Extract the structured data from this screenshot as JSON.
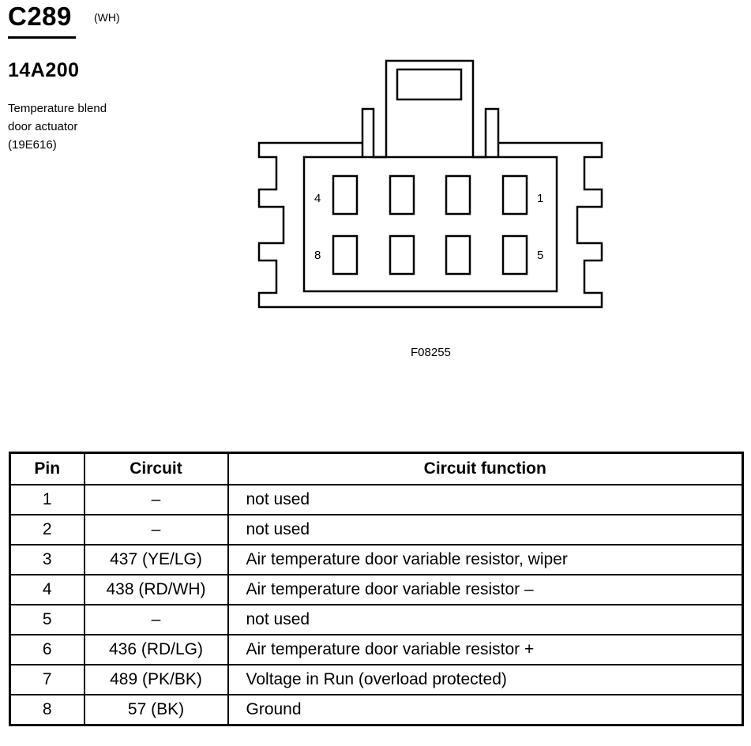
{
  "header": {
    "connector_id": "C289",
    "connector_color": "(WH)",
    "part_number": "14A200",
    "description_lines": [
      "Temperature blend",
      "door actuator",
      "(19E616)"
    ]
  },
  "diagram": {
    "pin_labels": {
      "p4": "4",
      "p1": "1",
      "p8": "8",
      "p5": "5"
    },
    "figure_id": "F08255"
  },
  "table": {
    "headers": {
      "pin": "Pin",
      "circuit": "Circuit",
      "function": "Circuit function"
    },
    "rows": [
      {
        "pin": "1",
        "circuit": "–",
        "function": "not used"
      },
      {
        "pin": "2",
        "circuit": "–",
        "function": "not used"
      },
      {
        "pin": "3",
        "circuit": "437 (YE/LG)",
        "function": "Air temperature door variable resistor, wiper"
      },
      {
        "pin": "4",
        "circuit": "438 (RD/WH)",
        "function": "Air temperature door variable resistor –"
      },
      {
        "pin": "5",
        "circuit": "–",
        "function": "not used"
      },
      {
        "pin": "6",
        "circuit": "436 (RD/LG)",
        "function": "Air temperature door variable resistor +"
      },
      {
        "pin": "7",
        "circuit": "489 (PK/BK)",
        "function": "Voltage in Run (overload protected)"
      },
      {
        "pin": "8",
        "circuit": "57 (BK)",
        "function": "Ground"
      }
    ]
  }
}
